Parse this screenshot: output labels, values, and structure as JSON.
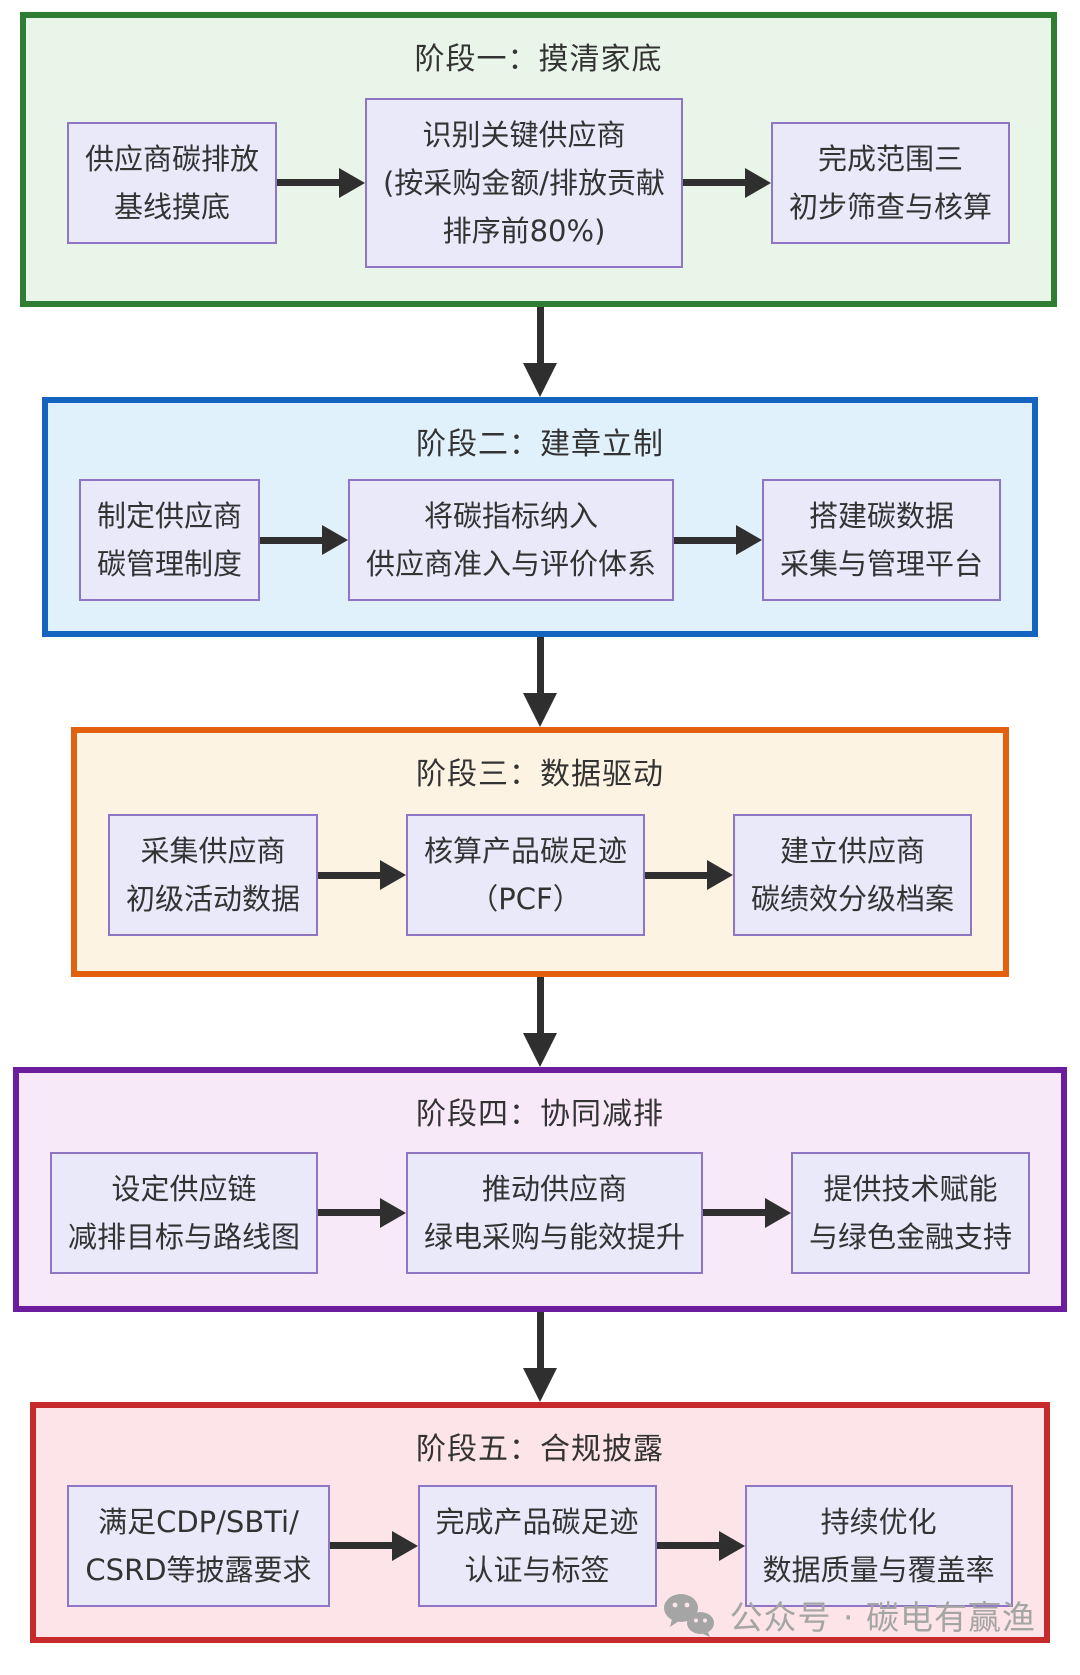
{
  "colors": {
    "node_bg": "#e9e9fa",
    "node_border": "#8f76c5",
    "arrow": "#2f2f2f",
    "text": "#333333",
    "watermark": "#a5a5a5"
  },
  "stages": [
    {
      "title": "阶段一：摸清家底",
      "border_color": "#2e7d32",
      "bg_color": "#e9f5e9",
      "boxes": [
        {
          "lines": [
            "供应商碳排放",
            "基线摸底"
          ]
        },
        {
          "lines": [
            "识别关键供应商",
            "(按采购金额/排放贡献",
            "排序前80%)"
          ]
        },
        {
          "lines": [
            "完成范围三",
            "初步筛查与核算"
          ]
        }
      ]
    },
    {
      "title": "阶段二：建章立制",
      "border_color": "#1565c0",
      "bg_color": "#e0f1fb",
      "boxes": [
        {
          "lines": [
            "制定供应商",
            "碳管理制度"
          ]
        },
        {
          "lines": [
            "将碳指标纳入",
            "供应商准入与评价体系"
          ]
        },
        {
          "lines": [
            "搭建碳数据",
            "采集与管理平台"
          ]
        }
      ]
    },
    {
      "title": "阶段三：数据驱动",
      "border_color": "#e2600e",
      "bg_color": "#fdf3e2",
      "boxes": [
        {
          "lines": [
            "采集供应商",
            "初级活动数据"
          ]
        },
        {
          "lines": [
            "核算产品碳足迹",
            "（PCF）"
          ]
        },
        {
          "lines": [
            "建立供应商",
            "碳绩效分级档案"
          ]
        }
      ]
    },
    {
      "title": "阶段四：协同减排",
      "border_color": "#6b1d9d",
      "bg_color": "#f8e9f9",
      "boxes": [
        {
          "lines": [
            "设定供应链",
            "减排目标与路线图"
          ]
        },
        {
          "lines": [
            "推动供应商",
            "绿电采购与能效提升"
          ]
        },
        {
          "lines": [
            "提供技术赋能",
            "与绿色金融支持"
          ]
        }
      ]
    },
    {
      "title": "阶段五：合规披露",
      "border_color": "#c62a2a",
      "bg_color": "#fce4e9",
      "boxes": [
        {
          "lines": [
            "满足CDP/SBTi/",
            "CSRD等披露要求"
          ]
        },
        {
          "lines": [
            "完成产品碳足迹",
            "认证与标签"
          ]
        },
        {
          "lines": [
            "持续优化",
            "数据质量与覆盖率"
          ]
        }
      ]
    }
  ],
  "watermark": {
    "icon": "wechat-icon",
    "text": "公众号 · 碳电有赢渔"
  }
}
